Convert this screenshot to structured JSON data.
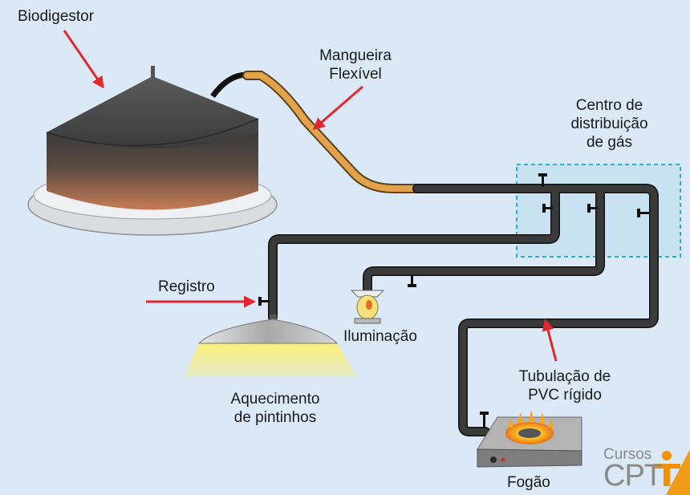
{
  "labels": {
    "biodigestor": "Biodigestor",
    "mangueira": [
      "Mangueira",
      "Flexível"
    ],
    "centro": [
      "Centro de",
      "distribuição",
      "de gás"
    ],
    "registro": "Registro",
    "iluminacao": "Iluminação",
    "aquecimento": [
      "Aquecimento",
      "de pintinhos"
    ],
    "tubulacao": [
      "Tubulação de",
      "PVC rígido"
    ],
    "fogao": "Fogão"
  },
  "logo": {
    "word1": "Cursos",
    "word2": "CPT"
  },
  "colors": {
    "background": "#dbe9f6",
    "pipe": "#2e2e2e",
    "hose": "#e3a34a",
    "arrow": "#e0282e",
    "distribution_box": "#2ab0d8",
    "logo_orange": "#f39200"
  }
}
